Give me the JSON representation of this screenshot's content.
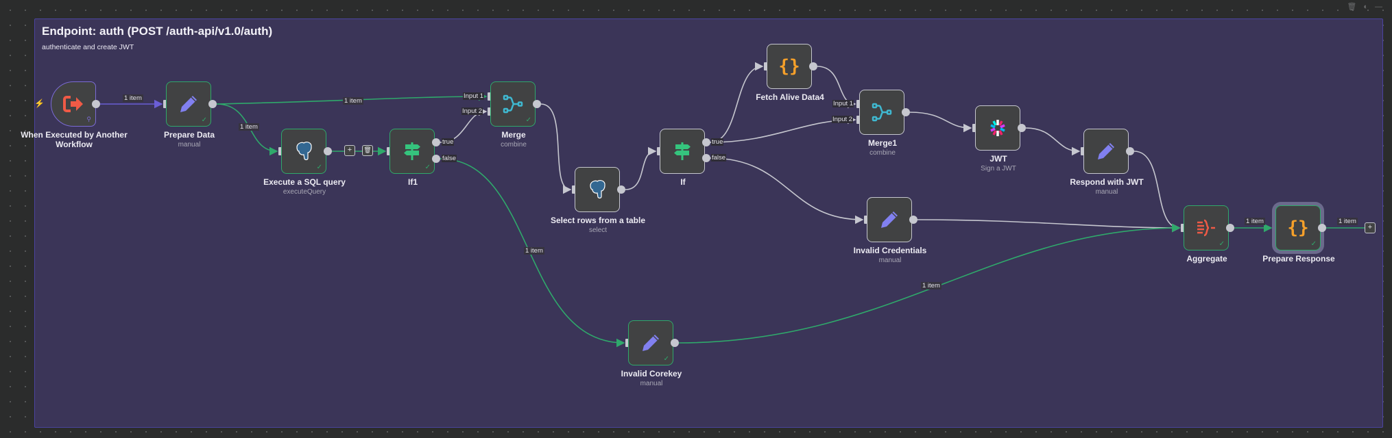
{
  "window_controls": [
    {
      "name": "trash-icon",
      "glyph": "🗑"
    },
    {
      "name": "color-icon",
      "glyph": "◐"
    },
    {
      "name": "minimize-icon",
      "glyph": "—"
    }
  ],
  "sticky": {
    "title": "Endpoint: auth (POST /auth-api/v1.0/auth)",
    "subtitle": "authenticate and create JWT"
  },
  "nodes": {
    "trigger": {
      "title": "When Executed by Another Workflow",
      "icon": "sign-out-icon",
      "color": "#ef5a46"
    },
    "prepare_data": {
      "title": "Prepare Data",
      "subtitle": "manual",
      "icon": "pencil-icon",
      "color": "#8180f0"
    },
    "execute_sql": {
      "title": "Execute a SQL query",
      "subtitle": "executeQuery",
      "icon": "postgres-icon"
    },
    "if1": {
      "title": "If1",
      "icon": "signpost-icon",
      "color": "#35c47d"
    },
    "merge": {
      "title": "Merge",
      "subtitle": "combine",
      "icon": "merge-icon",
      "color": "#3fb8d0"
    },
    "select_rows": {
      "title": "Select rows from a table",
      "subtitle": "select",
      "icon": "postgres-icon"
    },
    "if": {
      "title": "If",
      "icon": "signpost-icon",
      "color": "#35c47d"
    },
    "fetch_alive": {
      "title": "Fetch Alive Data4",
      "icon": "code-braces-icon",
      "color": "#f5a02a"
    },
    "merge1": {
      "title": "Merge1",
      "subtitle": "combine",
      "icon": "merge-icon",
      "color": "#3fb8d0"
    },
    "jwt": {
      "title": "JWT",
      "subtitle": "Sign a JWT",
      "icon": "jwt-icon"
    },
    "respond_jwt": {
      "title": "Respond with JWT",
      "subtitle": "manual",
      "icon": "pencil-icon",
      "color": "#8180f0"
    },
    "invalid_credentials": {
      "title": "Invalid Credentials",
      "subtitle": "manual",
      "icon": "pencil-icon",
      "color": "#8180f0"
    },
    "invalid_corekey": {
      "title": "Invalid Corekey",
      "subtitle": "manual",
      "icon": "pencil-icon",
      "color": "#8180f0"
    },
    "aggregate": {
      "title": "Aggregate",
      "icon": "aggregate-icon",
      "color": "#ef5a46"
    },
    "prepare_response": {
      "title": "Prepare Response",
      "icon": "code-braces-icon",
      "color": "#f5a02a"
    }
  },
  "edge_labels": {
    "trigger_prepare": "1 item",
    "prepare_merge": "1 item",
    "prepare_sql": "1 item",
    "if1_false": "1 item",
    "corekey_aggregate": "1 item",
    "aggregate_response": "1 item",
    "response_out": "1 item"
  },
  "handle_labels": {
    "true": "true",
    "false": "false",
    "input1": "Input 1",
    "input2": "Input 2"
  },
  "edge_toolbar": {
    "add": "+",
    "delete": "🗑"
  },
  "colors": {
    "success": "#2fa96b",
    "edge_default": "#c6c7cf",
    "trigger_edge": "#6b5ed6",
    "sticky_bg": "#3b3558"
  },
  "add_node_button": "+",
  "status": {
    "check": "✓",
    "pin": "📌",
    "bolt": "⚡"
  }
}
